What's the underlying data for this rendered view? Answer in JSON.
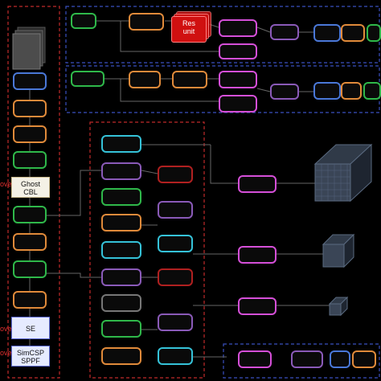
{
  "blocks": {
    "res_unit": "Res\nunit",
    "ghost_cbl": "Ghost\nCBL",
    "se": "SE",
    "simcsp_sppf": "SimCSP\nSPPF",
    "improve": "ove"
  },
  "colors": {
    "dash_red": "#c02a2a",
    "dash_blue": "#3a4fc0",
    "line": "#666666"
  }
}
